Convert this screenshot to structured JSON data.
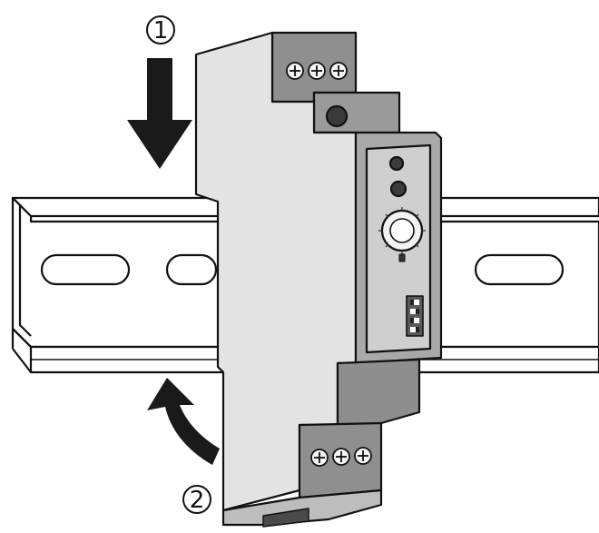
{
  "steps": [
    {
      "number": "1",
      "action": "press-down-arrow"
    },
    {
      "number": "2",
      "action": "rotate-in-arrow"
    }
  ],
  "colors": {
    "outline": "#111111",
    "rail": "#ffffff",
    "housing_light": "#e2e2e2",
    "housing_dark": "#8e8e8e",
    "housing_mid": "#b3b3b3",
    "face_panel": "#cfcfcf",
    "arrow": "#1a1a1a"
  },
  "device": {
    "led_count": 2,
    "dip_switch_positions": 4,
    "top_terminal_count": 3,
    "bottom_terminal_count": 3
  }
}
